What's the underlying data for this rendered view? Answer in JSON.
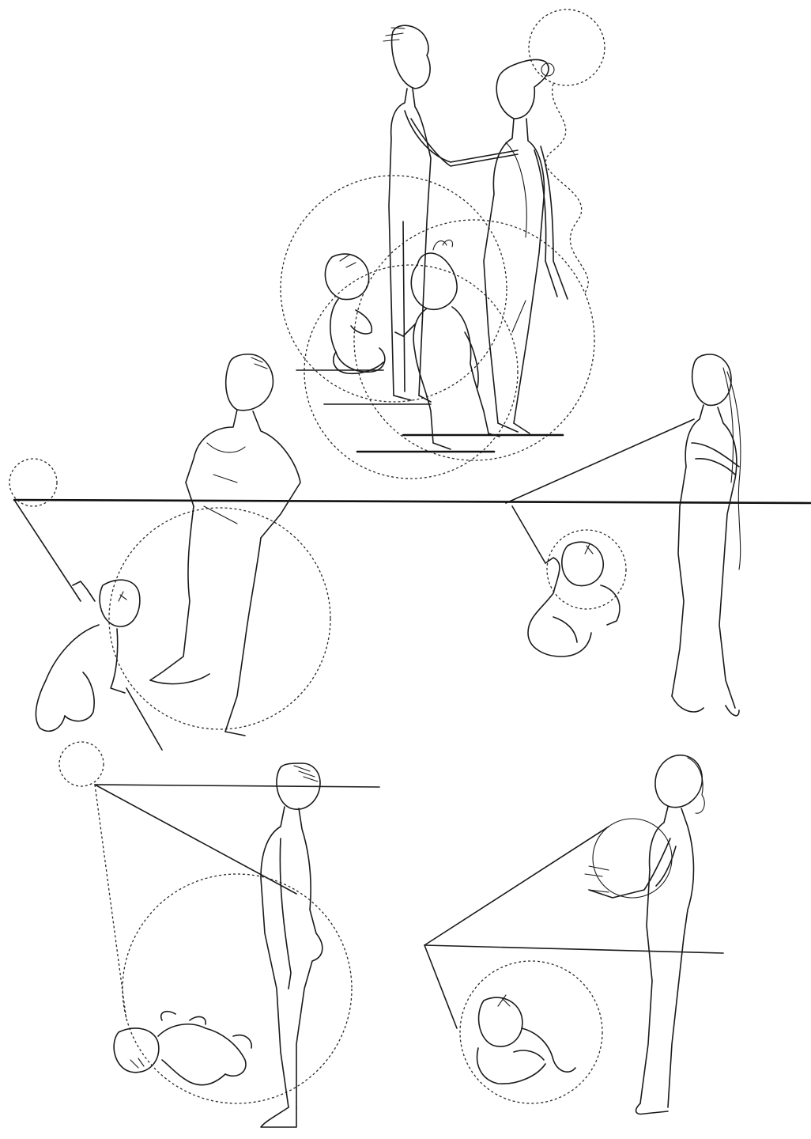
{
  "scenes": [
    {
      "id": "parents-with-children",
      "figures": [
        "man",
        "woman",
        "sitting-infant",
        "toddler"
      ]
    },
    {
      "id": "man-with-crawling-infant",
      "figures": [
        "man",
        "crawling-infant"
      ]
    },
    {
      "id": "woman-with-curled-infant",
      "figures": [
        "woman",
        "curled-infant"
      ]
    },
    {
      "id": "man-with-lying-infant",
      "figures": [
        "man",
        "lying-infant"
      ]
    },
    {
      "id": "woman-with-infant-in-circle",
      "figures": [
        "woman",
        "infant"
      ]
    }
  ],
  "colors": {
    "ink": "#1a1a1a",
    "background": "#ffffff"
  }
}
